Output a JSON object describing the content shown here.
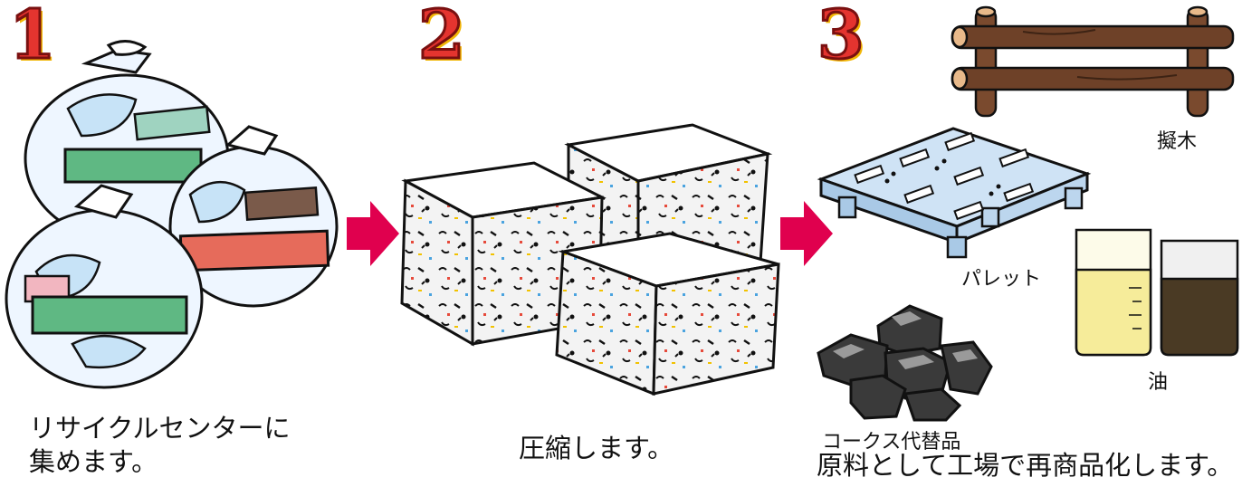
{
  "steps": [
    {
      "number": "1",
      "caption_line1": "リサイクルセンターに",
      "caption_line2": "集めます。"
    },
    {
      "number": "2",
      "caption": "圧縮します。"
    },
    {
      "number": "3",
      "caption_sub": "コークス代替品",
      "caption_main": "原料として工場で再商品化します。"
    }
  ],
  "products": {
    "wood": "擬木",
    "pallet": "パレット",
    "oil": "油"
  },
  "colors": {
    "arrow": "#e0004e",
    "step_number": "#e4342f",
    "step_number_outline": "#7a1010",
    "step_number_shadow": "#f2b705"
  }
}
